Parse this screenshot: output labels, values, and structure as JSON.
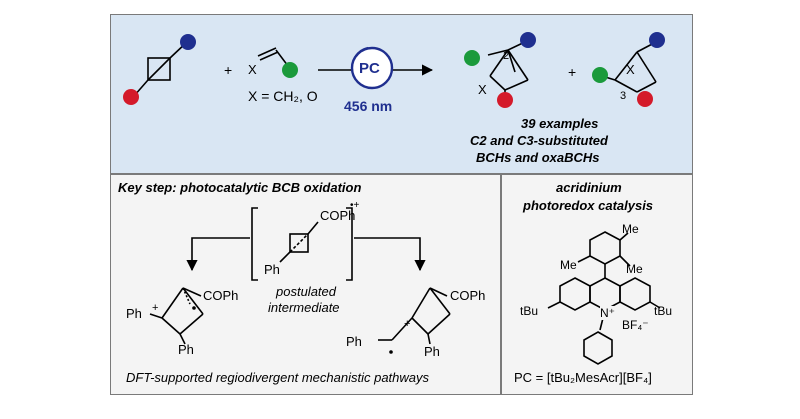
{
  "top": {
    "plus_1": "+",
    "plus_2": "+",
    "reagent_x": "X",
    "x_def": "X = CH₂, O",
    "catalyst": "PC",
    "wavelength": "456 nm",
    "p1_pos": "2",
    "p1_x": "X",
    "p2_x": "X",
    "p2_pos": "3",
    "results": [
      "39 examples",
      "C2 and C3-substituted",
      "BCHs and oxaBCHs"
    ]
  },
  "key_step": {
    "heading": "Key step: photocatalytic BCB oxidation",
    "radical_cation_charge": "•+",
    "cophs": [
      "COPh",
      "COPh",
      "COPh"
    ],
    "phs": [
      "Ph",
      "Ph",
      "Ph",
      "Ph",
      "Ph"
    ],
    "plus_signs": [
      "+",
      "+"
    ],
    "intermediate_label": [
      "postulated",
      "intermediate"
    ],
    "caption": "DFT-supported regiodivergent mechanistic pathways"
  },
  "catalyst_panel": {
    "heading": [
      "acridinium",
      "photoredox catalysis"
    ],
    "me_labels": [
      "Me",
      "Me",
      "Me"
    ],
    "tbu_left": "tBu",
    "tbu_right": "tBu",
    "n_plus": "N⁺",
    "counterion": "BF₄⁻",
    "formula": "PC = [tBu₂MesAcr][BF₄]"
  },
  "colors": {
    "top_panel": "#d9e6f3",
    "bottom_panels": "#f4f4f4",
    "navy": "#1f2f8f",
    "red": "#d41a2a",
    "green": "#1b9a3b",
    "arrow_blue": "#1f2f8f"
  }
}
